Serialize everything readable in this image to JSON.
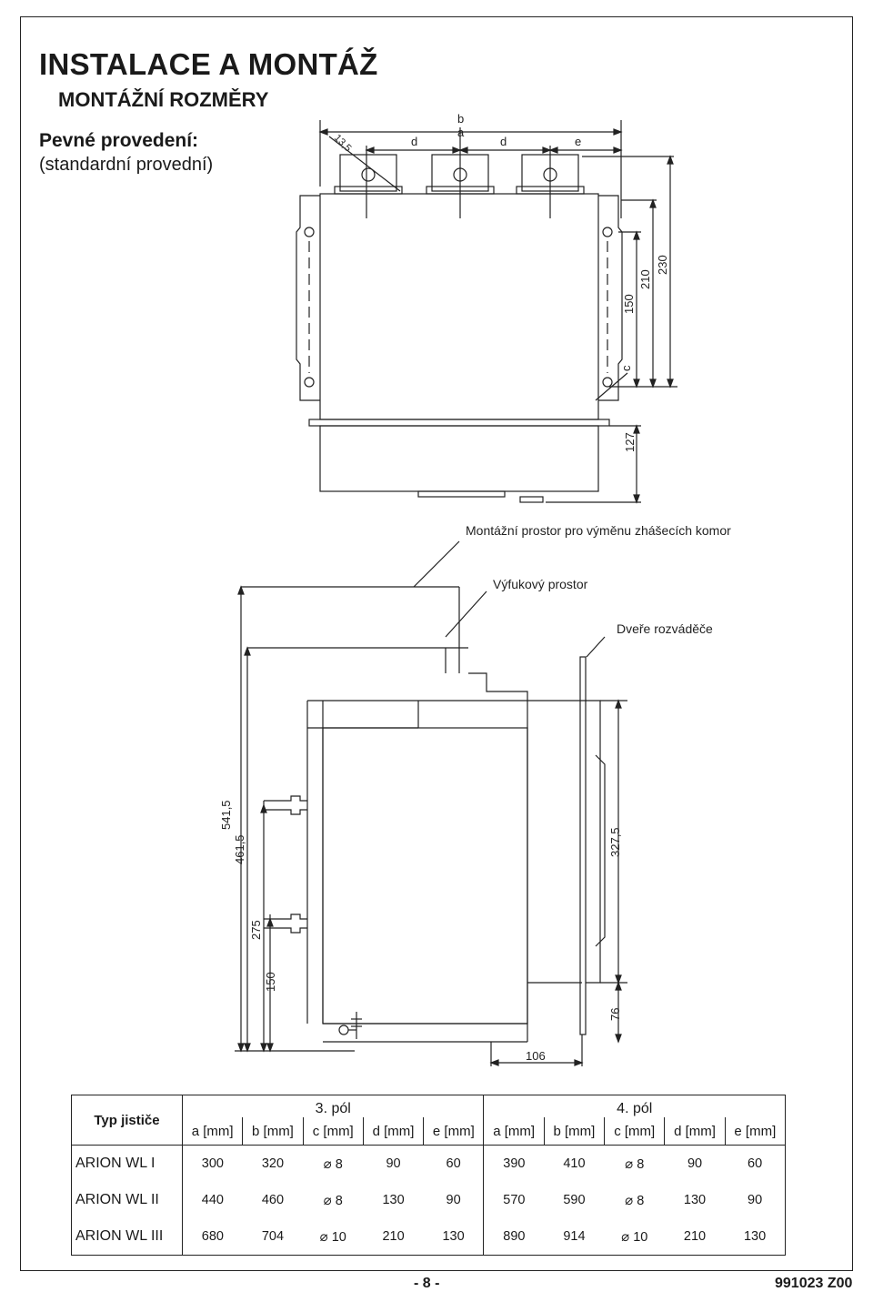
{
  "header": {
    "title": "INSTALACE A MONTÁŽ",
    "subtitle": "MONTÁŽNÍ ROZMĚRY",
    "section_title": "Pevné provedení:",
    "section_subtitle": "(standardní provední)"
  },
  "drawing": {
    "top_view": {
      "dim_labels": [
        "b",
        "a",
        "d",
        "d",
        "e",
        "13,5",
        "150",
        "210",
        "230",
        "c",
        "127"
      ]
    },
    "callouts": [
      "Montážní prostor pro výměnu zhášecích komor",
      "Výfukový prostor",
      "Dveře rozváděče"
    ],
    "side_view": {
      "dim_labels": [
        "541,5",
        "461,5",
        "327,5",
        "275",
        "150",
        "76",
        "106"
      ]
    }
  },
  "table": {
    "type_header": "Typ jističe",
    "groups": [
      "3. pól",
      "4. pól"
    ],
    "columns": [
      "a [mm]",
      "b [mm]",
      "c [mm]",
      "d [mm]",
      "e [mm]",
      "a [mm]",
      "b [mm]",
      "c [mm]",
      "d [mm]",
      "e [mm]"
    ],
    "diameter_symbol": "⌀",
    "rows": [
      {
        "type": "ARION WL I",
        "values": [
          "300",
          "320",
          "8",
          "90",
          "60",
          "390",
          "410",
          "8",
          "90",
          "60"
        ]
      },
      {
        "type": "ARION WL II",
        "values": [
          "440",
          "460",
          "8",
          "130",
          "90",
          "570",
          "590",
          "8",
          "130",
          "90"
        ]
      },
      {
        "type": "ARION WL III",
        "values": [
          "680",
          "704",
          "10",
          "210",
          "130",
          "890",
          "914",
          "10",
          "210",
          "130"
        ]
      }
    ]
  },
  "footer": {
    "page_number": "- 8 -",
    "doc_code": "991023 Z00"
  }
}
